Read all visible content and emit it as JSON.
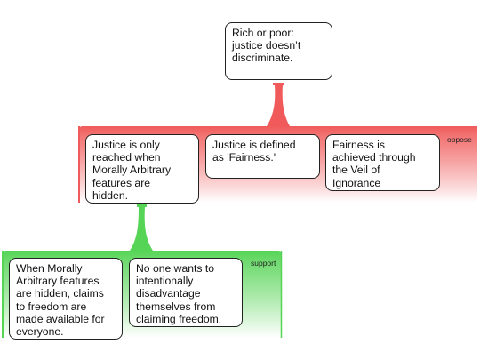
{
  "colors": {
    "oppose": "#f05a5a",
    "oppose_fade": "#ffffff",
    "support": "#55d455",
    "support_fade": "#ffffff",
    "card_border": "#222222"
  },
  "claim": {
    "text": "Rich or poor:\njustice doesn’t\ndiscriminate."
  },
  "oppose_group": {
    "label": "oppose",
    "reasons": [
      {
        "text": "Justice is only\nreached when\nMorally Arbitrary\nfeatures are\nhidden."
      },
      {
        "text": "Justice is defined\nas 'Fairness.'"
      },
      {
        "text": "Fairness is\nachieved through\nthe Veil of\nIgnorance"
      }
    ]
  },
  "support_group": {
    "label": "support",
    "reasons": [
      {
        "text": "When Morally\nArbitrary features\nare hidden, claims\nto freedom are\nmade available for\neveryone."
      },
      {
        "text": "No one wants to\nintentionally\ndisadvantage\nthemselves from\nclaiming freedom."
      }
    ]
  }
}
